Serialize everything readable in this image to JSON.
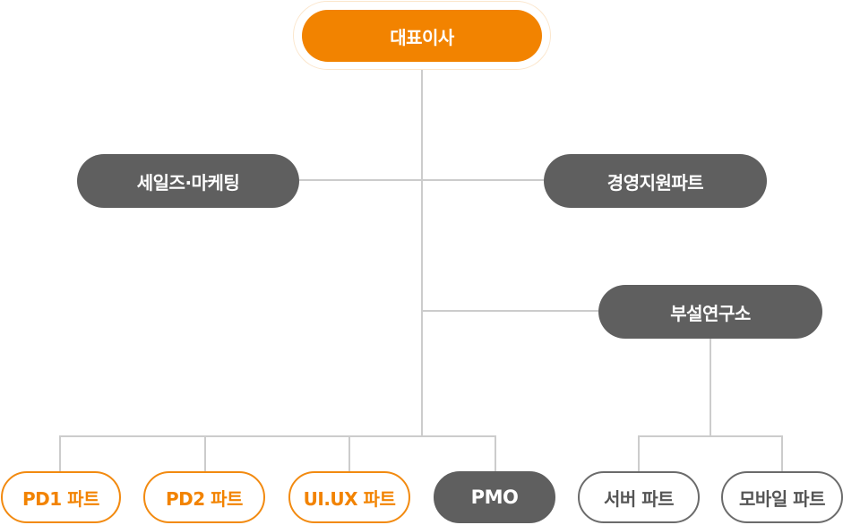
{
  "ceo": {
    "label": "대표이사"
  },
  "divisions": {
    "sales_marketing": {
      "label": "세일즈·마케팅"
    },
    "management_support": {
      "label": "경영지원파트"
    },
    "research_lab": {
      "label": "부설연구소"
    }
  },
  "teams": {
    "pd1": {
      "label": "PD1 파트"
    },
    "pd2": {
      "label": "PD2 파트"
    },
    "uiux": {
      "label": "UI.UX 파트"
    },
    "pmo": {
      "label": "PMO"
    },
    "server": {
      "label": "서버 파트"
    },
    "mobile": {
      "label": "모바일 파트"
    }
  },
  "colors": {
    "accent": "#f28300",
    "dark_node": "#5f5f5f",
    "connector": "#cccccc"
  }
}
